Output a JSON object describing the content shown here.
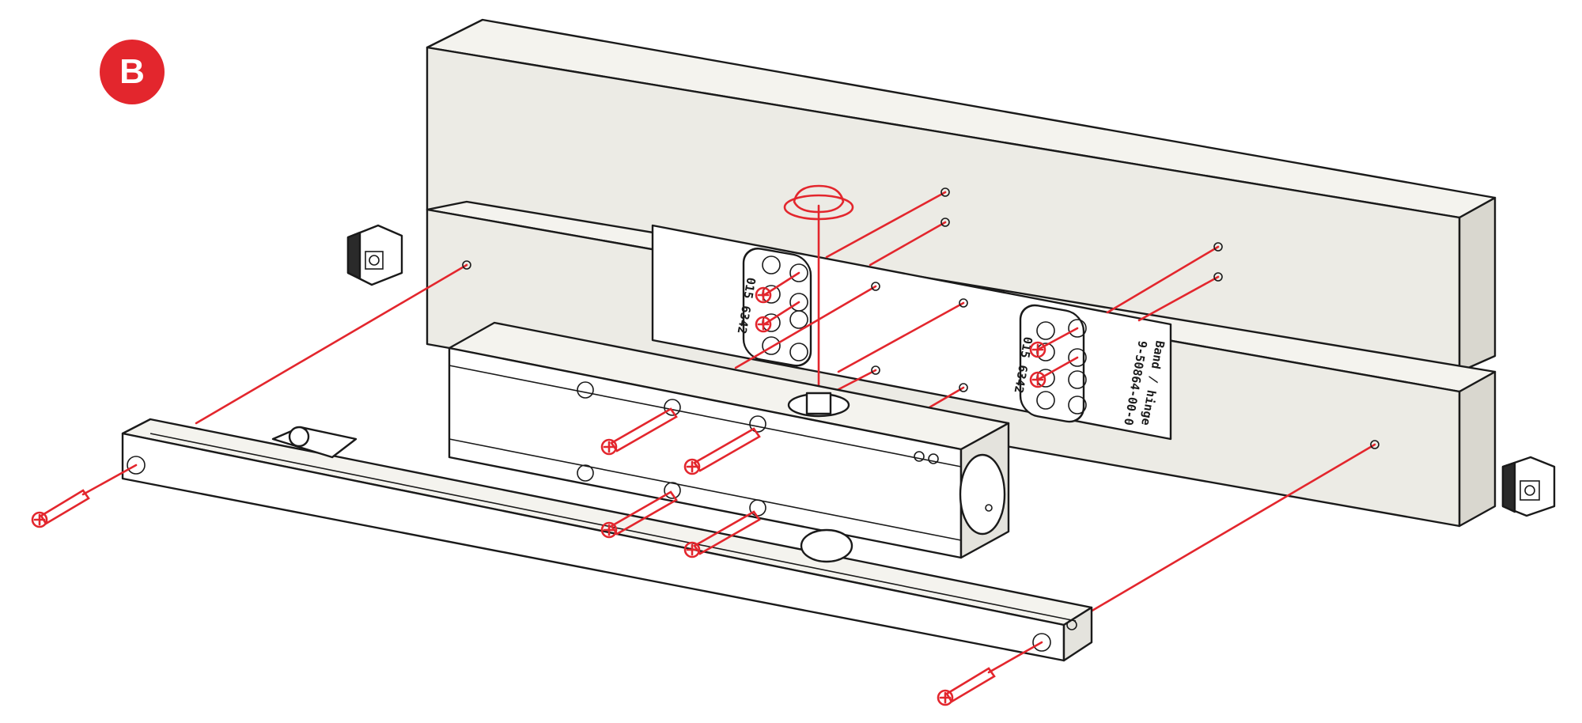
{
  "step_badge": {
    "label": "B",
    "color": "#e3262d"
  },
  "plate_markings": {
    "left_group_code": "015 6342",
    "right_group_code": "015 6342",
    "hinge_label": "Band / hinge",
    "part_number": "9-50864-00-0"
  },
  "colors": {
    "frame": "#ecebe5",
    "outline": "#1a1a1a",
    "fastener": "#e3262d",
    "background": "#ffffff"
  }
}
